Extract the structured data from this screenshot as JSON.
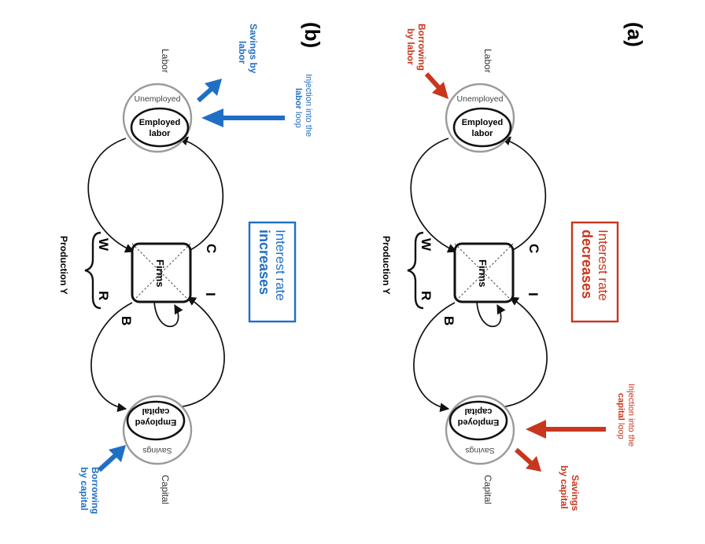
{
  "colors": {
    "red": "#c9361e",
    "blue": "#1f6fc5",
    "ring": "#9a9a9a",
    "ink": "#111111"
  },
  "panels": [
    {
      "id": "a",
      "accent": "#c9361e",
      "label": "(a)",
      "labor": "Labor",
      "unemployed": "Unemployed",
      "employed_labor_1": "Employed",
      "employed_labor_2": "labor",
      "employed_capital_1": "Employed",
      "employed_capital_2": "capital",
      "savings_ring": "Savings",
      "capital": "Capital",
      "firms": "Firms",
      "C": "C",
      "I": "I",
      "B": "B",
      "W": "W",
      "R": "R",
      "production": "Production Y",
      "rate_line1": "Interest rate",
      "rate_line2": "decreases",
      "top_arrow_line1": "Borrowing",
      "top_arrow_line2": "by labor",
      "injection_line1": "Injection into the",
      "injection_bold": "capital",
      "injection_rest": " loop",
      "bottom_arrow_line1": "Savings",
      "bottom_arrow_line2": "by capital"
    },
    {
      "id": "b",
      "accent": "#1f6fc5",
      "label": "(b)",
      "labor": "Labor",
      "unemployed": "Unemployed",
      "employed_labor_1": "Employed",
      "employed_labor_2": "labor",
      "employed_capital_1": "Employed",
      "employed_capital_2": "capital",
      "savings_ring": "Savings",
      "capital": "Capital",
      "firms": "Firms",
      "C": "C",
      "I": "I",
      "B": "B",
      "W": "W",
      "R": "R",
      "production": "Production Y",
      "rate_line1": "Interest rate",
      "rate_line2": "increases",
      "top_arrow_line1": "Savings by",
      "top_arrow_line2": "labor",
      "injection_line1": "Injection into the",
      "injection_bold": "labor",
      "injection_rest": " loop",
      "bottom_arrow_line1": "Borrowing",
      "bottom_arrow_line2": "by capital"
    }
  ]
}
